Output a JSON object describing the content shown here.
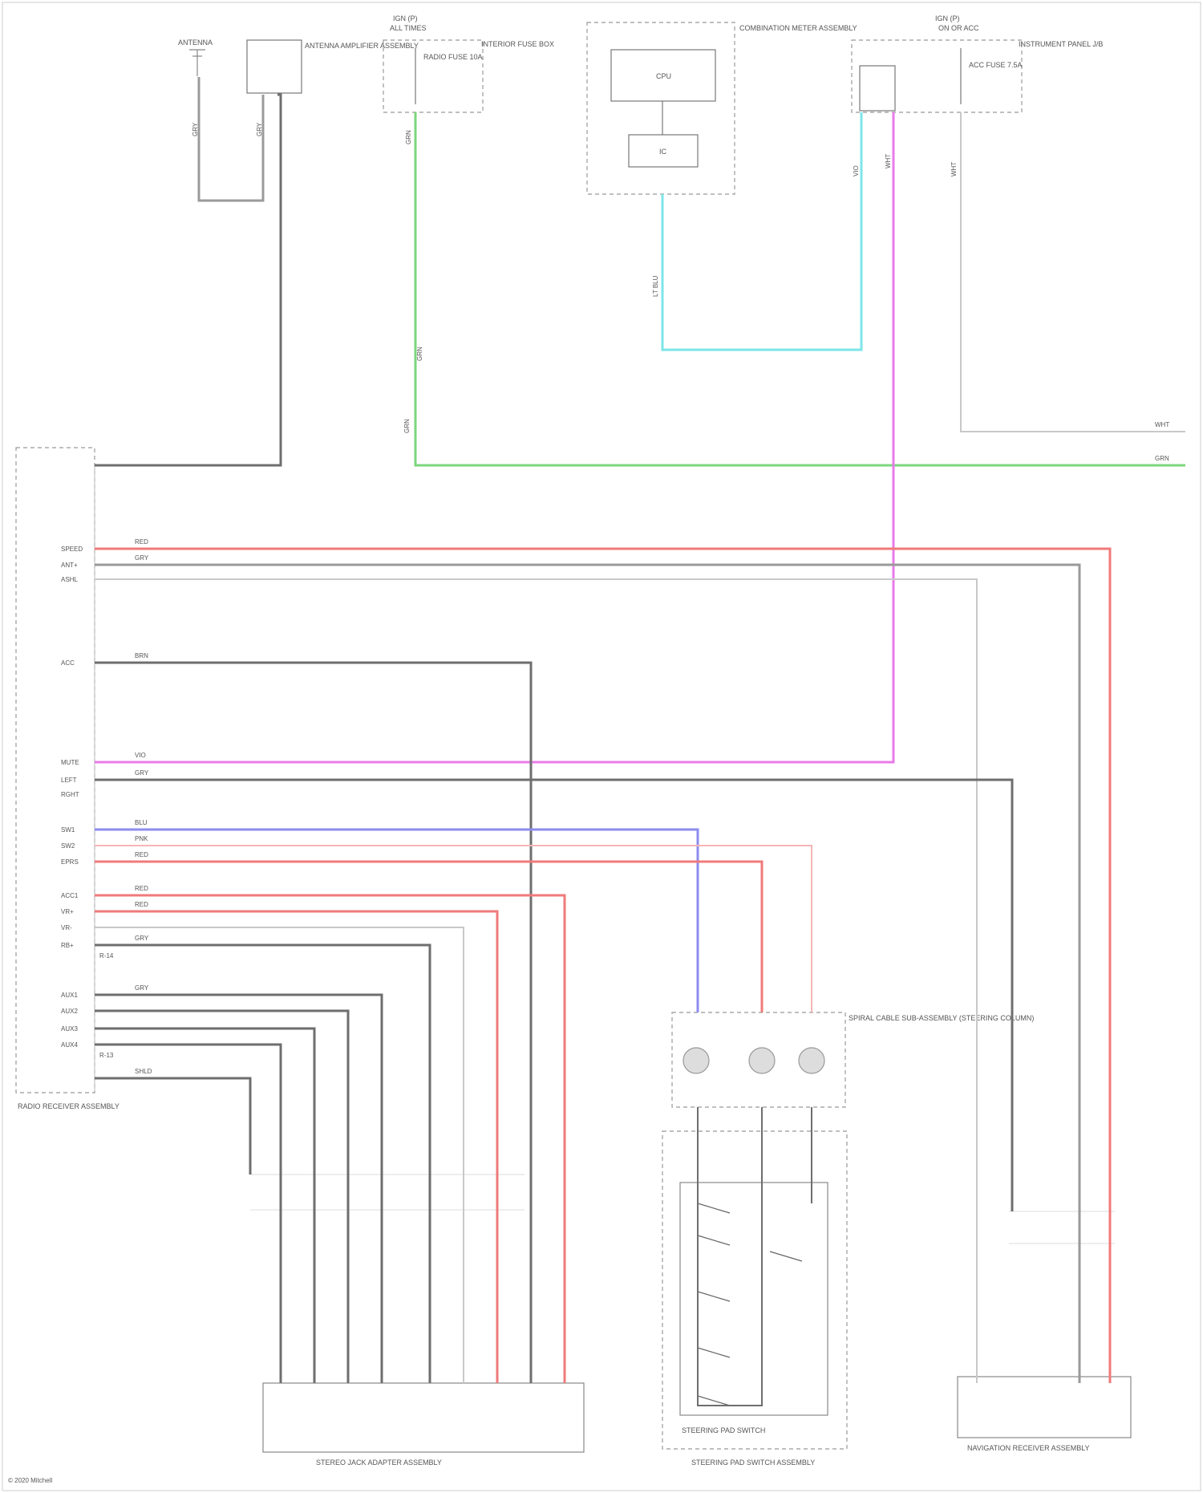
{
  "components": {
    "antenna": "ANTENNA",
    "antenna_amp": "ANTENNA AMPLIFIER ASSEMBLY",
    "fuse_left_header": "IGN (P)",
    "fuse_left_sub": "ALL TIMES",
    "fuse_left_name": "RADIO FUSE 10A",
    "fuse_left_desc": "INTERIOR FUSE BOX",
    "combination_meter": "COMBINATION METER ASSEMBLY",
    "meter_cpu": "CPU",
    "meter_ic": "IC",
    "fuse_right_header": "IGN (P)",
    "fuse_right_sub": "ON OR ACC",
    "fuse_right_name": "ACC FUSE 7.5A",
    "fuse_right_desc": "INSTRUMENT PANEL J/B",
    "radio_receiver": "RADIO RECEIVER ASSEMBLY",
    "spiral_cable": "SPIRAL CABLE SUB-ASSEMBLY (STEERING COLUMN)",
    "steering_switch": "STEERING PAD SWITCH",
    "steering_switch_assy": "STEERING PAD SWITCH ASSEMBLY",
    "stereo_jack": "STEREO JACK ADAPTER ASSEMBLY",
    "navigation": "NAVIGATION RECEIVER ASSEMBLY",
    "watermark": "© 2020 Mitchell"
  },
  "connectors": {
    "radio_top": "R-13",
    "radio_bottom": "R-14"
  },
  "radio_pins": [
    {
      "label": "SPEED",
      "key": "speed"
    },
    {
      "label": "ANT+",
      "key": "ant"
    },
    {
      "label": "ASHL",
      "key": "ashl"
    },
    {
      "label": "ACC",
      "key": "acc"
    },
    {
      "label": "MUTE",
      "key": "mute"
    },
    {
      "label": "LEFT",
      "key": "left"
    },
    {
      "label": "RGHT",
      "key": "rght"
    },
    {
      "label": "SW1",
      "key": "sw1"
    },
    {
      "label": "SW2",
      "key": "sw2"
    },
    {
      "label": "EPRS",
      "key": "eprs"
    },
    {
      "label": "ACC1",
      "key": "acc1"
    },
    {
      "label": "VR+",
      "key": "vr"
    },
    {
      "label": "VR-",
      "key": "vrm"
    },
    {
      "label": "RB+",
      "key": "rb"
    },
    {
      "label": "AUX1",
      "key": "aux1"
    },
    {
      "label": "AUX2",
      "key": "aux2"
    },
    {
      "label": "AUX3",
      "key": "aux3"
    },
    {
      "label": "AUX4",
      "key": "aux4"
    }
  ],
  "wire_colors": {
    "gray": "#9a9a9a",
    "dark_gray": "#6e6e6e",
    "green": "#7cd67c",
    "cyan": "#7de6ea",
    "magenta": "#e97be9",
    "red": "#f07a7a",
    "pink": "#f5b5b5",
    "blue": "#8c8cf0",
    "light_gray": "#c8c8c8"
  },
  "wire_labels": {
    "ant_a": "GRY",
    "ant_b": "GRY",
    "fuse_out": "GRN",
    "green_mid": "GRN",
    "green_low": "GRN",
    "meter_out": "LT BLU",
    "acc_b": "VIO",
    "acc_c": "WHT",
    "right_wht": "WHT",
    "right_grn": "GRN",
    "red_a": "RED",
    "gray_a": "GRY",
    "mute_w": "BRN",
    "vio_r": "VIO",
    "gray_r": "GRY",
    "blu_r": "BLU",
    "pink_r": "PNK",
    "red_r": "RED",
    "red2": "RED",
    "red3": "RED",
    "gray3": "GRY",
    "aux_gray": "GRY",
    "shield": "SHLD",
    "to_right1": "WHT",
    "to_right2": "GRN"
  }
}
